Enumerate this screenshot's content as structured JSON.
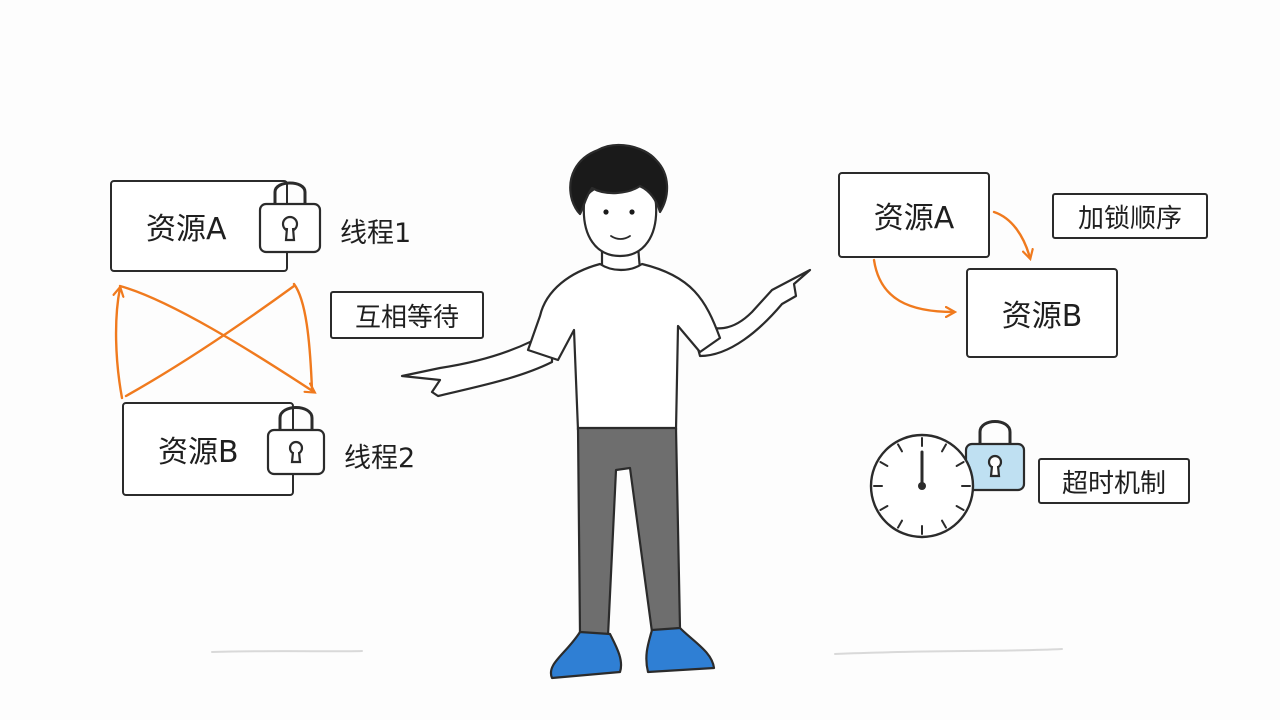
{
  "left_panel": {
    "resource_a": "资源A",
    "resource_b": "资源B",
    "thread_1": "线程1",
    "thread_2": "线程2",
    "waiting_label": "互相等待"
  },
  "right_panel": {
    "resource_a": "资源A",
    "resource_b": "资源B",
    "lock_order_label": "加锁顺序",
    "timeout_label": "超时机制"
  },
  "icons": {
    "padlock": "padlock-icon",
    "clock": "clock-icon",
    "presenter": "presenter-figure"
  },
  "colors": {
    "stroke": "#2b2b2b",
    "accent_orange": "#f07a1e",
    "lock_blue": "#bfe0f2",
    "shirt": "#ffffff",
    "pants": "#6e6e6e",
    "shoes": "#2f7fd4"
  }
}
